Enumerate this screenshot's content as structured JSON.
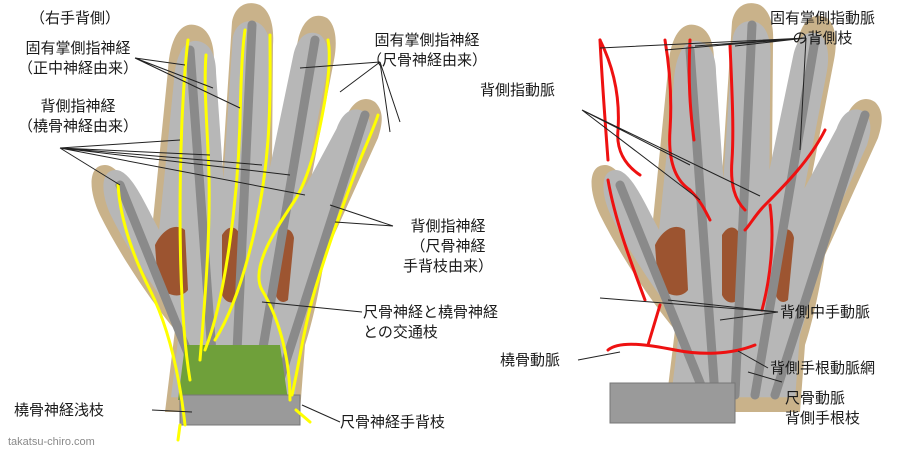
{
  "figure": {
    "view_title": "（右手背側）",
    "credit": "takatsu-chiro.com"
  },
  "left_labels": {
    "proper_palmar_median": "固有掌側指神経\n（正中神経由来）",
    "dorsal_digital_radial": "背側指神経\n（橈骨神経由来）",
    "proper_palmar_ulnar": "固有掌側指神経\n（尺骨神経由来）",
    "dorsal_digital_ulnar": "背側指神経\n（尺骨神経\n手背枝由来）",
    "communicating_branch": "尺骨神経と橈骨神経\nとの交通枝",
    "superficial_radial": "橈骨神経浅枝",
    "dorsal_ulnar_branch": "尺骨神経手背枝"
  },
  "right_labels": {
    "proper_palmar_artery_dorsal": "固有掌側指動脈\nの背側枝",
    "dorsal_digital_artery": "背側指動脈",
    "dorsal_metacarpal_artery": "背側中手動脈",
    "radial_artery": "橈骨動脈",
    "dorsal_carpal_network": "背側手根動脈網",
    "ulnar_dorsal_carpal": "尺骨動脈\n背側手根枝"
  },
  "colors": {
    "nerve": "#ffff00",
    "artery": "#ee1111",
    "halo": "#c9b28a",
    "bone": "#8a8a8a",
    "muscle": "#9a4a22",
    "band": "#9a9a9a"
  }
}
